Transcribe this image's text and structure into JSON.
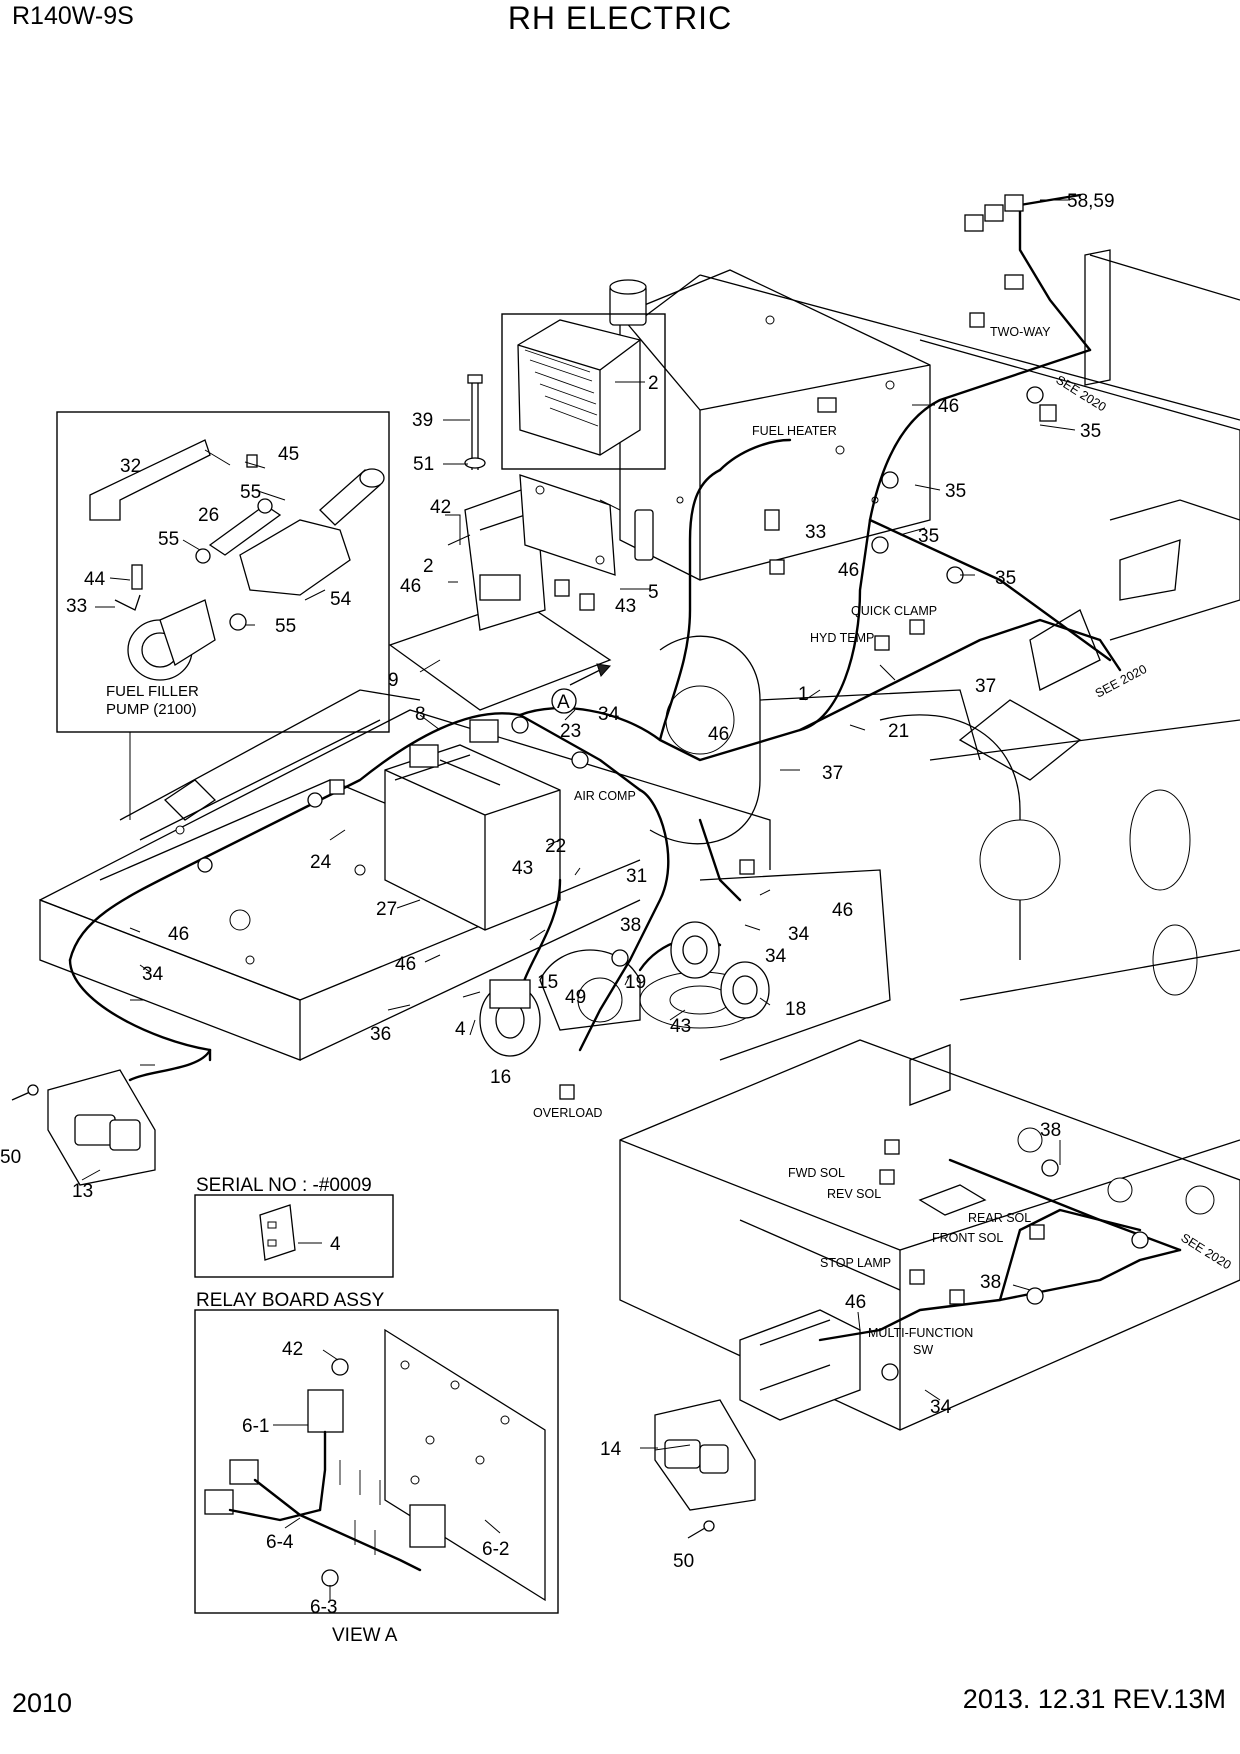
{
  "header": {
    "model": "R140W-9S",
    "title": "RH ELECTRIC"
  },
  "footer": {
    "page_number": "2010",
    "revision": "2013. 12.31  REV.13M"
  },
  "insets": {
    "fuel_pump": {
      "caption_line1": "FUEL FILLER",
      "caption_line2": "PUMP (2100)"
    },
    "serial": {
      "title": "SERIAL NO : -#0009"
    },
    "relay_board": {
      "title": "RELAY BOARD ASSY",
      "caption": "VIEW A"
    }
  },
  "view_marker": "A",
  "notes": {
    "two_way": "TWO-WAY",
    "see_2020": "SEE 2020",
    "fuel_heater": "FUEL HEATER",
    "quick_clamp": "QUICK CLAMP",
    "hyd_temp": "HYD TEMP",
    "air_comp": "AIR COMP",
    "overload": "OVERLOAD",
    "fwd_sol": "FWD SOL",
    "rev_sol": "REV SOL",
    "rear_sol": "REAR SOL",
    "front_sol": "FRONT SOL",
    "stop_lamp": "STOP LAMP",
    "multi_function_1": "MULTI-FUNCTION",
    "multi_function_2": "SW"
  },
  "callouts": [
    "58,59",
    "2",
    "46",
    "35",
    "39",
    "45",
    "32",
    "55",
    "51",
    "26",
    "42",
    "44",
    "33",
    "54",
    "9",
    "8",
    "24",
    "27",
    "22",
    "23",
    "34",
    "21",
    "1",
    "37",
    "43",
    "31",
    "38",
    "19",
    "18",
    "15",
    "49",
    "4",
    "36",
    "16",
    "50",
    "13",
    "6-1",
    "6-4",
    "6-3",
    "6-2",
    "14",
    "5"
  ]
}
